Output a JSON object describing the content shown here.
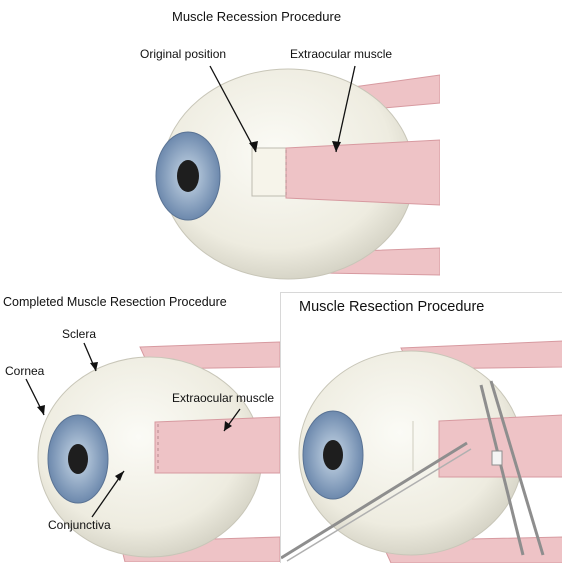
{
  "panels": {
    "recession": {
      "title": "Muscle Recession Procedure",
      "labels": {
        "original_position": "Original position",
        "extraocular_muscle": "Extraocular muscle"
      }
    },
    "completed_resection": {
      "title": "Completed Muscle Resection Procedure",
      "labels": {
        "sclera": "Sclera",
        "cornea": "Cornea",
        "extraocular_muscle": "Extraocular muscle",
        "conjunctiva": "Conjunctiva"
      }
    },
    "resection": {
      "title": "Muscle Resection Procedure"
    }
  },
  "colors": {
    "muscle": "#eec3c6",
    "muscle_edge": "#d79aa0",
    "sclera": "#f1f0e6",
    "iris": "#7f9cbd",
    "pupil": "#1e1e1e",
    "instrument": "#8e8e8e"
  }
}
